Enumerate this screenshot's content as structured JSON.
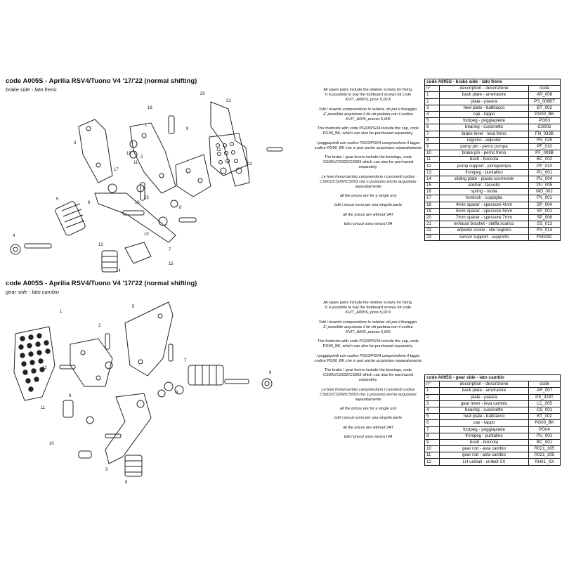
{
  "brake": {
    "title": "code A005S - Aprilia RSV4/Tuono V4 '17/'22 (normal shifting)",
    "subtitle": "brake side - lato freno",
    "callouts": [
      "1",
      "2",
      "3",
      "4",
      "5",
      "6",
      "7",
      "8",
      "9",
      "10",
      "11",
      "12",
      "13",
      "14",
      "15",
      "16",
      "17",
      "18",
      "19",
      "20",
      "21",
      "22",
      "23"
    ],
    "notes": [
      {
        "text": "All spare parts include the relative screws for fixing.\nIt is possible to buy the footboard screws kit code KVIT_A005S, price 5,00 €",
        "italic": false
      },
      {
        "text": "Tutti i ricambi comprendono le relative viti per il fissaggio.\nE' possibile acquistare il kit viti pedana con il codice KVIT_A005, prezzo 5,00€",
        "italic": true
      },
      {
        "text": "The footrests with code PG03/PG04 include the cap, code PG00_BK, which can also be purchased separately.",
        "italic": false
      },
      {
        "text": "I poggiapiedi con codice PG03/PG04 comprendono il tappo codice PG00_BK che si può anche acquistare separatamente",
        "italic": true
      },
      {
        "text": "The brake / gear levers include the bearings, code CS001/CS002/CS003 which can also be purchased separately.",
        "italic": false
      },
      {
        "text": "Le leve freno/cambio comprendono i cuscinetti codice CS001/CS002/CS003 che si possono anche acquistare separatamente",
        "italic": true
      },
      {
        "text": "all the prices are for a single unit",
        "italic": false
      },
      {
        "text": "tutti i prezzi sono per una singola parte",
        "italic": true
      },
      {
        "text": "all the prices are without VAT",
        "italic": false
      },
      {
        "text": "tutti i prezzi sono senza IVA",
        "italic": true
      }
    ],
    "table": {
      "title": "code A005S - brake side - lato freno",
      "headers": [
        "n°",
        "description - descrizione",
        "code"
      ],
      "rows": [
        [
          "1",
          "back plate - arretratore",
          "AR_008"
        ],
        [
          "2",
          "plate - piastra",
          "PS_006BT"
        ],
        [
          "3",
          "heel plate - battitacco",
          "BT_002"
        ],
        [
          "4",
          "cap - tappo",
          "PG00_BK"
        ],
        [
          "5",
          "footpeg - poggiapiede",
          "PG03"
        ],
        [
          "6",
          "bearing - cuscinetto",
          "CS002"
        ],
        [
          "7",
          "brake lever - leva freno",
          "FN_033B"
        ],
        [
          "8",
          "registro - adjuster",
          "FN_025"
        ],
        [
          "9",
          "pump pin - perno pompa",
          "PF_010"
        ],
        [
          "10",
          "brake pin - perno freno",
          "PF_009B"
        ],
        [
          "11",
          "bush - boccola",
          "BC_002"
        ],
        [
          "12",
          "pump support - portapompa",
          "PP_010"
        ],
        [
          "13",
          "frontpeg - puntalino",
          "PU_001"
        ],
        [
          "14",
          "sliding plate - piasta scorrevole",
          "PU_004"
        ],
        [
          "15",
          "anchor - tassello",
          "PU_005"
        ],
        [
          "16",
          "spring - molla",
          "MO_002"
        ],
        [
          "17",
          "forelock - coppiglia",
          "FN_001"
        ],
        [
          "18",
          "4mm spacer - spessore 4mm",
          "SP_004"
        ],
        [
          "19",
          "5mm spacer - spessore 5mm",
          "SP_001"
        ],
        [
          "20",
          "7mm spacer - spessore 7mm",
          "SP_006"
        ],
        [
          "21",
          "exhaust bracket - staffa scarico",
          "SS_013"
        ],
        [
          "22",
          "adjuster screw - vite registro",
          "FN_014"
        ],
        [
          "23",
          "sensor support - supporto",
          "FN033C"
        ]
      ]
    }
  },
  "gear": {
    "title": "code A005S - Aprilia RSV4/Tuono V4 '17/'22 (normal shifting)",
    "subtitle": "gear side - lato cambio",
    "callouts": [
      "1",
      "2",
      "3",
      "4",
      "5",
      "6",
      "7",
      "8",
      "9",
      "10",
      "11",
      "12"
    ],
    "notes": [
      {
        "text": "All spare parts include the relative screws for fixing.\nIt is possible to buy the footboard screws kit code KVIT_A005S, price 5,00 €",
        "italic": false
      },
      {
        "text": "Tutti i ricambi comprendono le relative viti per il fissaggio.\nE' possibile acquistare il kit viti pedana con il codice KVIT_A005, prezzo 5,00€",
        "italic": true
      },
      {
        "text": "The footrests with code PG03/PG04 include the cap, code PG00_BK, which can also be purchased separately.",
        "italic": false
      },
      {
        "text": "I poggiapiedi con codice PG03/PG04 comprendono il tappo codice PG00_BK che si può anche acquistare separatamente",
        "italic": true
      },
      {
        "text": "The brake / gear levers include the bearings, code CS001/CS002/CS003 which can also be purchased separately.",
        "italic": false
      },
      {
        "text": "Le leve freno/cambio comprendono i cuscinetti codice CS001/CS002/CS003 che si possono anche acquistare separatamente",
        "italic": true
      },
      {
        "text": "all the prices are for a single unit",
        "italic": false
      },
      {
        "text": "tutti i prezzi sono per una singola parte",
        "italic": true
      },
      {
        "text": "all the prices are without VAT",
        "italic": false
      },
      {
        "text": "tutti i prezzi sono senza IVA",
        "italic": true
      }
    ],
    "table": {
      "title": "code A005S - gear side - lato cambio",
      "headers": [
        "n°",
        "description - descrizione",
        "code"
      ],
      "rows": [
        [
          "1",
          "back plate - arretratore",
          "AR_007"
        ],
        [
          "2",
          "plate - piastra",
          "PS_029T"
        ],
        [
          "3",
          "gear lever - leva cambio",
          "LC_005"
        ],
        [
          "4",
          "bearing - cuscinetto",
          "CS_001"
        ],
        [
          "5",
          "heel plate - battitacco",
          "BT_002"
        ],
        [
          "6",
          "cap - tappo",
          "PG00_BK"
        ],
        [
          "7",
          "footpeg - poggiapiede",
          "PG04"
        ],
        [
          "8",
          "frontpeg - puntalino",
          "PU_001"
        ],
        [
          "9",
          "bush - boccola",
          "BC_001"
        ],
        [
          "10",
          "gear rod - asta cambio",
          "R021_305"
        ],
        [
          "11",
          "gear rod - asta cambio",
          "R021_205"
        ],
        [
          "12",
          "LH uniball - uniball SX",
          "RH01_SX"
        ]
      ]
    }
  }
}
